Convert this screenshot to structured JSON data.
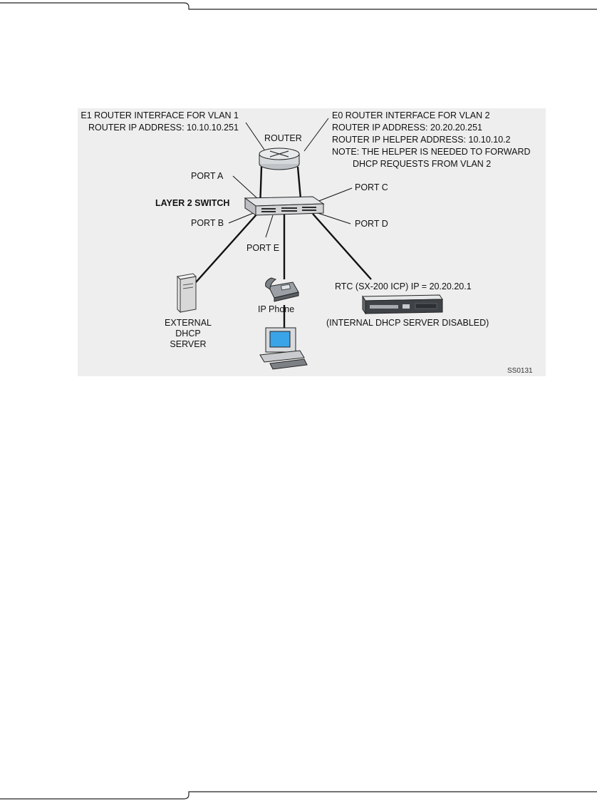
{
  "diagram": {
    "labels": {
      "e1_line1": "E1 ROUTER INTERFACE FOR VLAN 1",
      "e1_line2": "ROUTER IP ADDRESS: 10.10.10.251",
      "router": "ROUTER",
      "e0_line1": "E0 ROUTER INTERFACE FOR VLAN 2",
      "e0_line2": "ROUTER IP ADDRESS: 20.20.20.251",
      "e0_line3": "ROUTER IP HELPER ADDRESS: 10.10.10.2",
      "e0_line4": "NOTE: THE HELPER IS NEEDED TO FORWARD",
      "e0_line5": "DHCP REQUESTS FROM VLAN 2",
      "port_a": "PORT A",
      "port_b": "PORT B",
      "port_c": "PORT C",
      "port_d": "PORT D",
      "port_e": "PORT E",
      "switch": "LAYER 2 SWITCH",
      "dhcp_line1": "EXTERNAL",
      "dhcp_line2": "DHCP",
      "dhcp_line3": "SERVER",
      "ip_phone": "IP Phone",
      "rtc": "RTC (SX-200 ICP) IP = 20.20.20.1",
      "internal_dhcp": "(INTERNAL DHCP SERVER DISABLED)",
      "figure_id": "SS0131"
    }
  }
}
